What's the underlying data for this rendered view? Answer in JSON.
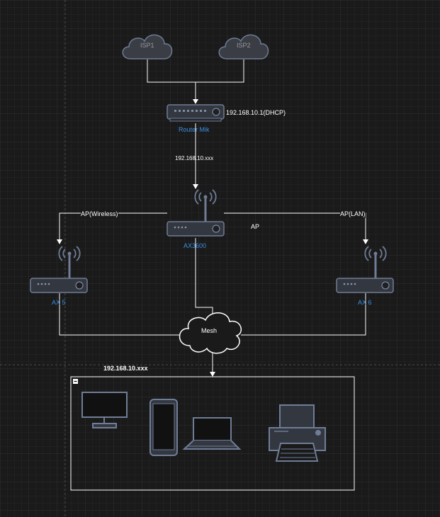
{
  "diagram": {
    "isp1": "ISP1",
    "isp2": "ISP2",
    "router_name": "Router Mik",
    "router_ip": "192.168.10.1(DHCP)",
    "link_subnet": "192.168.10.xxx",
    "ap_name": "AX3600",
    "ap_mode": "AP",
    "link_wireless": "AP(Wireless)",
    "link_lan": "AP(LAN)",
    "node_left": "AX 5",
    "node_right": "AX 6",
    "mesh": "Mesh",
    "clients_subnet": "192.168.10.xxx",
    "group_collapse": "−"
  },
  "colors": {
    "background": "#1a1a1a",
    "grid": "#2a2a2a",
    "line": "#ffffff",
    "label_blue": "#3d8fe0",
    "device_fill": "#333740",
    "device_stroke": "#6f7d96"
  }
}
